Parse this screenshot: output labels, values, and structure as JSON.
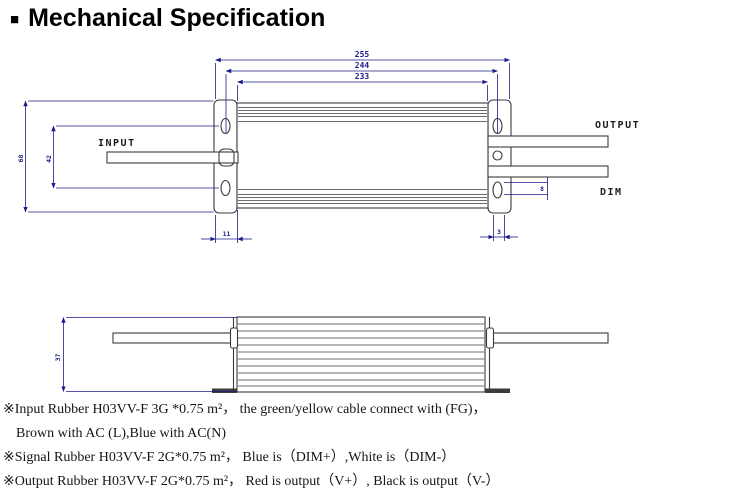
{
  "header": {
    "bullet": "■",
    "title": "Mechanical Specification"
  },
  "top_view": {
    "labels": {
      "input": "INPUT",
      "output": "OUTPUT",
      "dim": "DIM"
    },
    "dimensions": {
      "overall_length": "255",
      "mounting_hole_pitch": "244",
      "body_length": "233",
      "overall_width": "68",
      "hole_vertical_pitch": "42",
      "bracket_left_offset": "11",
      "bracket_right_offset": "3",
      "hole_width": "8"
    }
  },
  "side_view": {
    "dimensions": {
      "height": "37"
    }
  },
  "notes": [
    "※Input Rubber H03VV-F 3G *0.75 m²，  the green/yellow cable connect with (FG)，",
    "Brown with AC (L),Blue with AC(N)",
    "※Signal Rubber H03VV-F 2G*0.75 m²，  Blue is（DIM+）,White is（DIM-）",
    "※Output Rubber H03VV-F 2G*0.75 m²，  Red is output（V+）, Black is output（V-）"
  ],
  "colors": {
    "dimension": "#1c1c8a",
    "drawing_line": "#3b3b3b",
    "text": "#151515"
  }
}
